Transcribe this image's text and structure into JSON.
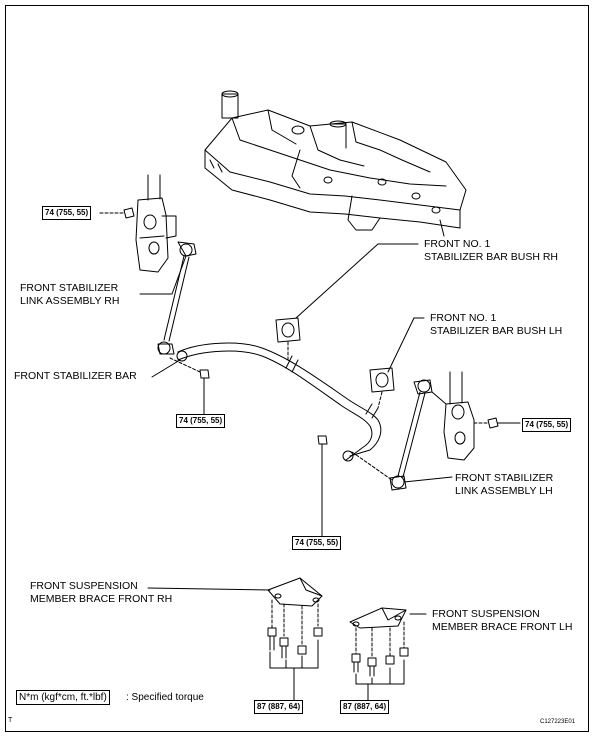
{
  "labels": {
    "bush_rh": [
      "FRONT NO. 1",
      "STABILIZER BAR BUSH RH"
    ],
    "bush_lh": [
      "FRONT NO. 1",
      "STABILIZER BAR BUSH LH"
    ],
    "link_rh": [
      "FRONT STABILIZER",
      "LINK ASSEMBLY RH"
    ],
    "link_lh": [
      "FRONT STABILIZER",
      "LINK ASSEMBLY LH"
    ],
    "stabilizer_bar": "FRONT STABILIZER BAR",
    "brace_rh": [
      "FRONT SUSPENSION",
      "MEMBER BRACE FRONT RH"
    ],
    "brace_lh": [
      "FRONT SUSPENSION",
      "MEMBER BRACE FRONT LH"
    ]
  },
  "torques": {
    "link_rh_upper": "74 (755, 55)",
    "bar_rh_nut": "74 (755, 55)",
    "link_lh_upper": "74 (755, 55)",
    "bar_lh_nut": "74 (755, 55)",
    "brace_rh_bolts": "87 (887, 64)",
    "brace_lh_bolts": "87 (887, 64)"
  },
  "legend": {
    "units": "N*m (kgf*cm, ft.*lbf)",
    "description": ": Specified torque"
  },
  "corner_mark": "T",
  "figure_code": "C127223E01"
}
